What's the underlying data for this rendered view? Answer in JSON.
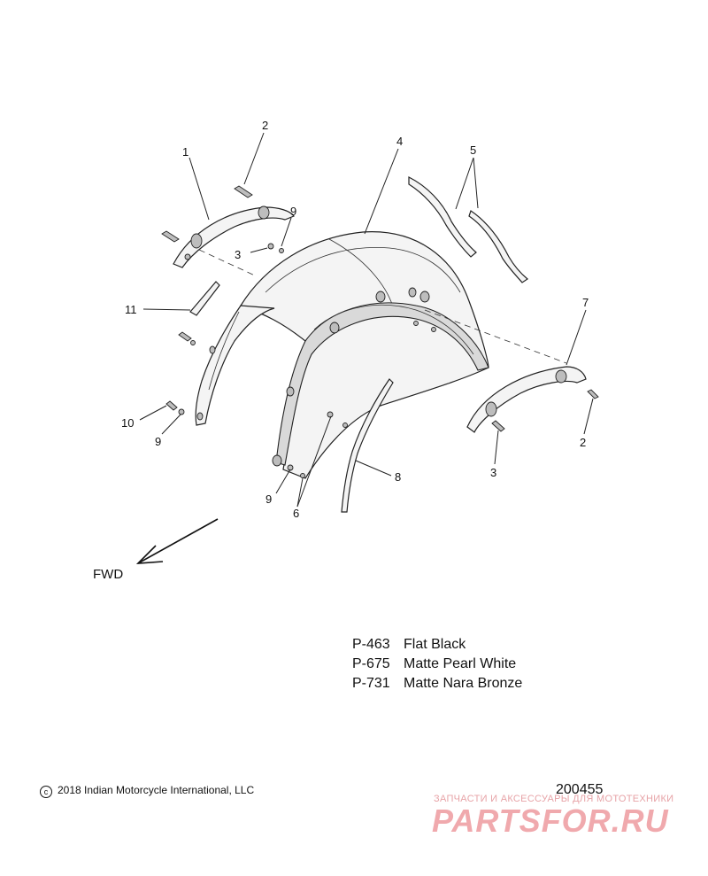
{
  "callouts": {
    "c1": "1",
    "c2a": "2",
    "c2b": "2",
    "c3a": "3",
    "c3b": "3",
    "c4": "4",
    "c5": "5",
    "c6": "6",
    "c7": "7",
    "c8": "8",
    "c9a": "9",
    "c9b": "9",
    "c9c": "9",
    "c10": "10",
    "c11": "11"
  },
  "direction_label": "FWD",
  "legend": [
    {
      "code": "P-463",
      "name": "Flat Black"
    },
    {
      "code": "P-675",
      "name": "Matte Pearl White"
    },
    {
      "code": "P-731",
      "name": "Matte Nara Bronze"
    }
  ],
  "copyright_symbol": "c",
  "copyright": "2018 Indian Motorcycle International, LLC",
  "diagram_id": "200455",
  "watermark": {
    "tagline": "ЗАПЧАСТИ И АКСЕССУАРЫ ДЛЯ МОТОТЕХНИКИ",
    "logo": "PARTSFOR.RU"
  }
}
